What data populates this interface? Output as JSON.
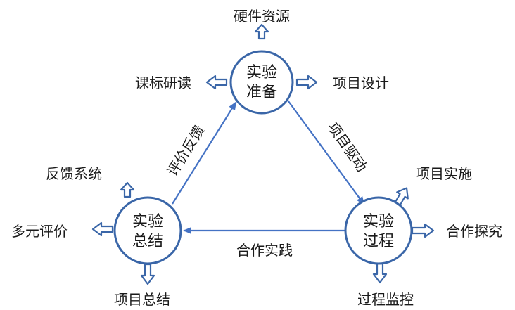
{
  "diagram": {
    "nodes": {
      "prep": {
        "line1": "实验",
        "line2": "准备"
      },
      "process": {
        "line1": "实验",
        "line2": "过程"
      },
      "summary": {
        "line1": "实验",
        "line2": "总结"
      }
    },
    "edges": {
      "prep_to_process": "项目驱动",
      "process_to_summary": "合作实践",
      "summary_to_prep": "评价反馈"
    },
    "leaves": {
      "prep_top": "硬件资源",
      "prep_left": "课标研读",
      "prep_right": "项目设计",
      "process_topright": "项目实施",
      "process_right": "合作探究",
      "process_bottom": "过程监控",
      "summary_topleft": "反馈系统",
      "summary_left": "多元评价",
      "summary_bottom": "项目总结"
    },
    "colors": {
      "node_stroke": "#3a66a8",
      "edge": "#4472c4",
      "hollow_arrow": "#3a66a8"
    }
  }
}
